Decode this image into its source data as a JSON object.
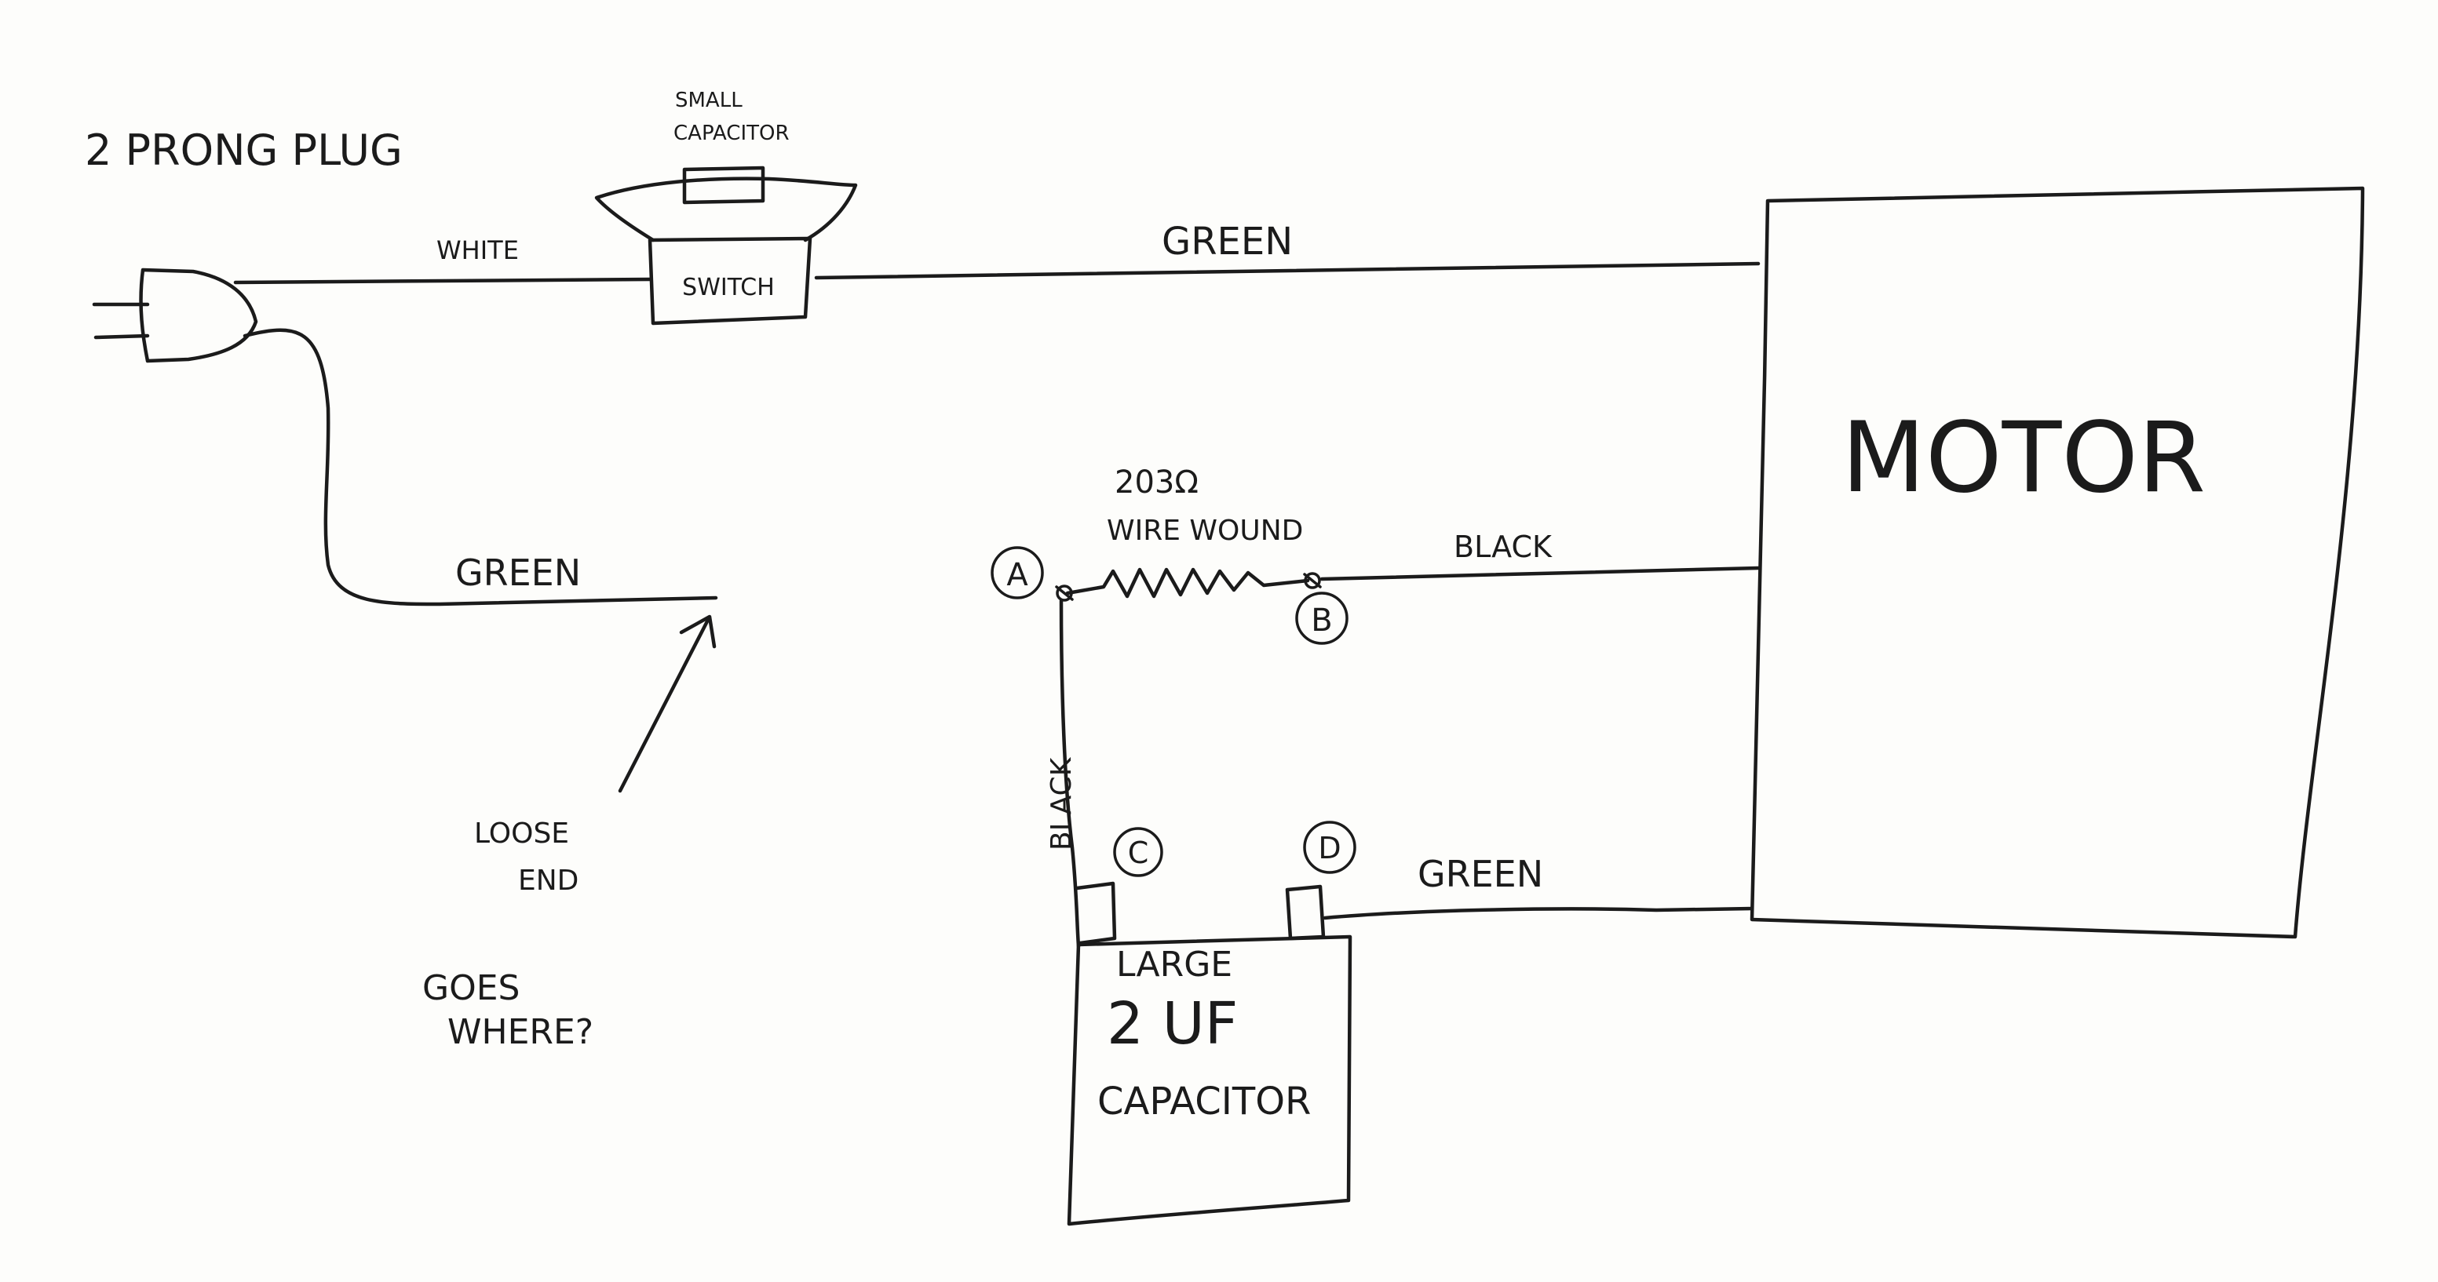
{
  "labels": {
    "plug": "2 PRONG PLUG",
    "small_capacitor_line1": "SMALL",
    "small_capacitor_line2": "CAPACITOR",
    "switch": "SWITCH",
    "white_wire": "WHITE",
    "green_top": "GREEN",
    "motor": "MOTOR",
    "resistor_value": "203Ω",
    "resistor_type": "WIRE WOUND",
    "black_wire_right": "BLACK",
    "green_loose": "GREEN",
    "loose_end_line1": "LOOSE",
    "loose_end_line2": "END",
    "question_line1": "GOES",
    "question_line2": "WHERE?",
    "black_wire_vertical": "BLACK",
    "green_bottom": "GREEN",
    "large_cap_line1": "LARGE",
    "large_cap_line2": "2 uF",
    "large_cap_line3": "CAPACITOR"
  },
  "terminals": {
    "a": "A",
    "b": "B",
    "c": "C",
    "d": "D"
  },
  "colors": {
    "ink": "#1b1b1b",
    "paper": "#fdfdfb"
  }
}
